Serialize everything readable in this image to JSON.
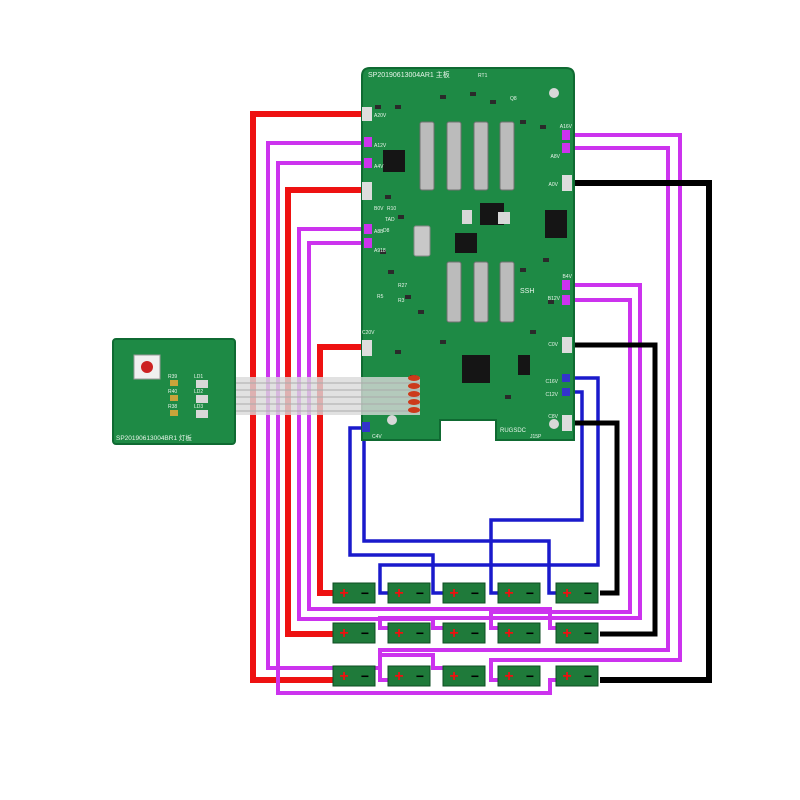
{
  "main_board": {
    "title": "SP20190613004AR1 主板",
    "pads_left": [
      "A20V",
      "A12V",
      "A4V",
      "B0V",
      "A8B",
      "A918",
      "C20V",
      "C4V"
    ],
    "pads_right": [
      "A16V",
      "A8V",
      "A0V",
      "B4V",
      "B12V",
      "C0V",
      "C12V",
      "C8V",
      "C16V"
    ],
    "labels": {
      "rt1": "RT1",
      "q8": "Q8",
      "ssh": "SSH",
      "r10": "R10",
      "tad": "TAD",
      "d8": "D8",
      "r5": "R5",
      "r27": "R27",
      "r3": "R3",
      "rugsdc": "RUGSDC",
      "j15p": "J15P"
    }
  },
  "light_board": {
    "title": "SP20190613004BR1 灯板",
    "leds": [
      "LD1",
      "LD2",
      "LD3"
    ],
    "resistors": [
      "R39",
      "R40",
      "R38"
    ]
  },
  "colors": {
    "pcb": "#1e8a45",
    "pcb_edge": "#0f6a32",
    "wire_red": "#ee1111",
    "wire_purple": "#cc33ee",
    "wire_blue": "#1a1acc",
    "wire_black": "#000000",
    "cell": "#1f7a3a",
    "cell_plus": "#ee1111",
    "cell_minus": "#000000"
  },
  "cell_symbols": {
    "plus": "+",
    "minus": "−"
  }
}
